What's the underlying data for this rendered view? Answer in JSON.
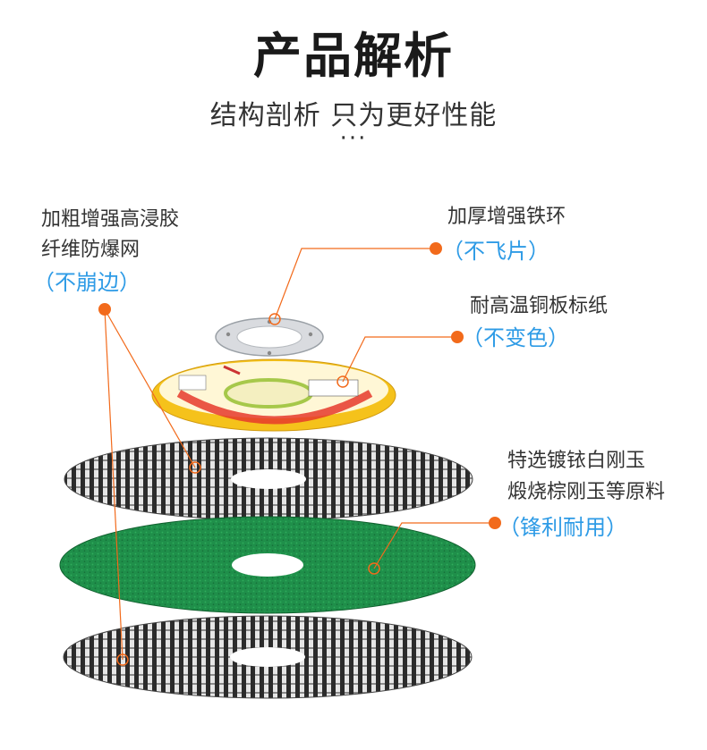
{
  "header": {
    "title": "产品解析",
    "subtitle": "结构剖析 只为更好性能",
    "dots": "···"
  },
  "callouts": {
    "fiber": {
      "line1": "加粗增强高浸胶",
      "line2": "纤维防爆网",
      "note": "（不崩边）"
    },
    "ring": {
      "line1": "加厚增强铁环",
      "note": "（不飞片）"
    },
    "label": {
      "line1": "耐高温铜板标纸",
      "note": "（不变色）"
    },
    "abrasive": {
      "line1": "特选镀铱白刚玉",
      "line2": "煅烧棕刚玉等原料",
      "note": "（锋利耐用）"
    }
  },
  "colors": {
    "accent": "#f26a1b",
    "note": "#2e9be6",
    "green_disc": "#1f8f4a",
    "label_yellow": "#f5c21b",
    "mesh": "#2b2b2b"
  }
}
